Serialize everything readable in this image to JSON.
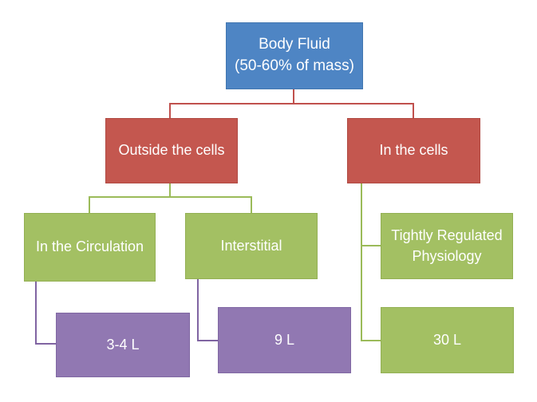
{
  "colors": {
    "blue": "#4e85c4",
    "blue_border": "#4176b0",
    "red": "#c4574f",
    "red_border": "#b04a43",
    "green": "#a3c063",
    "green_border": "#93b053",
    "purple": "#9178b2",
    "purple_border": "#8068a3",
    "red_line": "#c0504d",
    "green_line": "#9bbb59",
    "purple_line": "#8064a2"
  },
  "nodes": {
    "body_fluid": {
      "line1": "Body Fluid",
      "line2": "(50-60% of mass)"
    },
    "outside_cells": {
      "label": "Outside the cells"
    },
    "in_cells": {
      "label": "In the cells"
    },
    "circulation": {
      "label": "In the Circulation"
    },
    "interstitial": {
      "label": "Interstitial"
    },
    "tightly_regulated": {
      "label": "Tightly Regulated Physiology"
    },
    "volume_circulation": {
      "label": "3-4 L"
    },
    "volume_interstitial": {
      "label": "9 L"
    },
    "volume_in_cells": {
      "label": "30 L"
    }
  }
}
